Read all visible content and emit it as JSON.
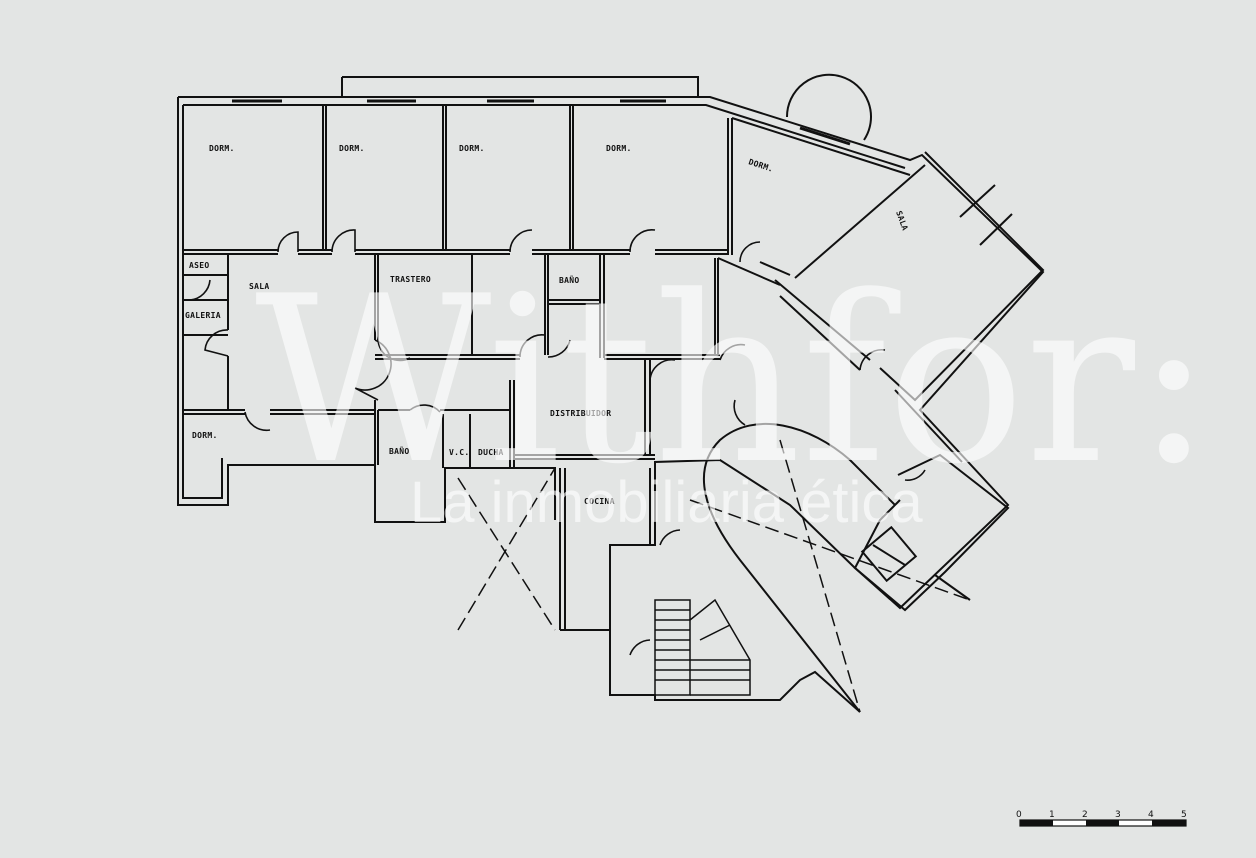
{
  "plan": {
    "rooms": {
      "dorm_1": "DORM.",
      "dorm_2": "DORM.",
      "dorm_3": "DORM.",
      "dorm_4": "DORM.",
      "dorm_5": "DORM.",
      "dorm_6": "DORM.",
      "sala_main": "SALA",
      "sala_corner": "SALA",
      "aseo": "ASEO",
      "galeria": "GALERIA",
      "trastero": "TRASTERO",
      "bano_1": "BAÑO",
      "bano_2": "BAÑO",
      "distribuidor": "DISTRIBUIDOR",
      "vc": "V.C.",
      "ducha": "DUCHA",
      "cocina": "COCINA"
    },
    "scale_bar": [
      "0",
      "1",
      "2",
      "3",
      "4",
      "5"
    ]
  },
  "watermark": {
    "brand": "Withfor:",
    "tagline": "La inmobiliaria ética"
  },
  "colors": {
    "paper": "#e3e5e4",
    "ink": "#111111",
    "watermark": "#ffffff"
  }
}
